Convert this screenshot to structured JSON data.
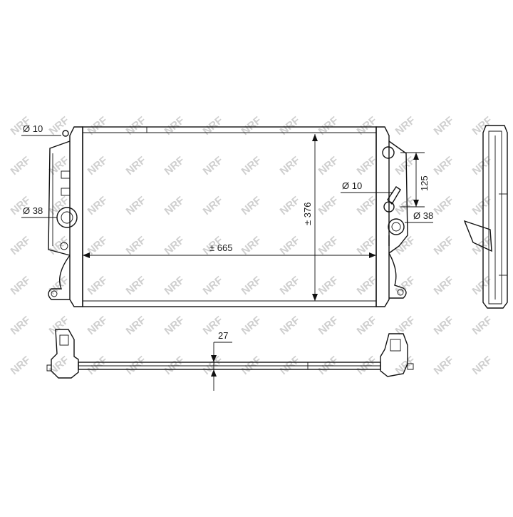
{
  "watermark": {
    "text": "NRF"
  },
  "dimensions": {
    "d10_left": "Ø 10",
    "d38_left": "Ø 38",
    "width": "± 665",
    "height": "± 376",
    "d10_right": "Ø 10",
    "d38_right": "Ø 38",
    "d125": "125",
    "depth": "27"
  },
  "colors": {
    "line": "#111111",
    "watermark": "#cfcfcf",
    "background": "#ffffff"
  }
}
